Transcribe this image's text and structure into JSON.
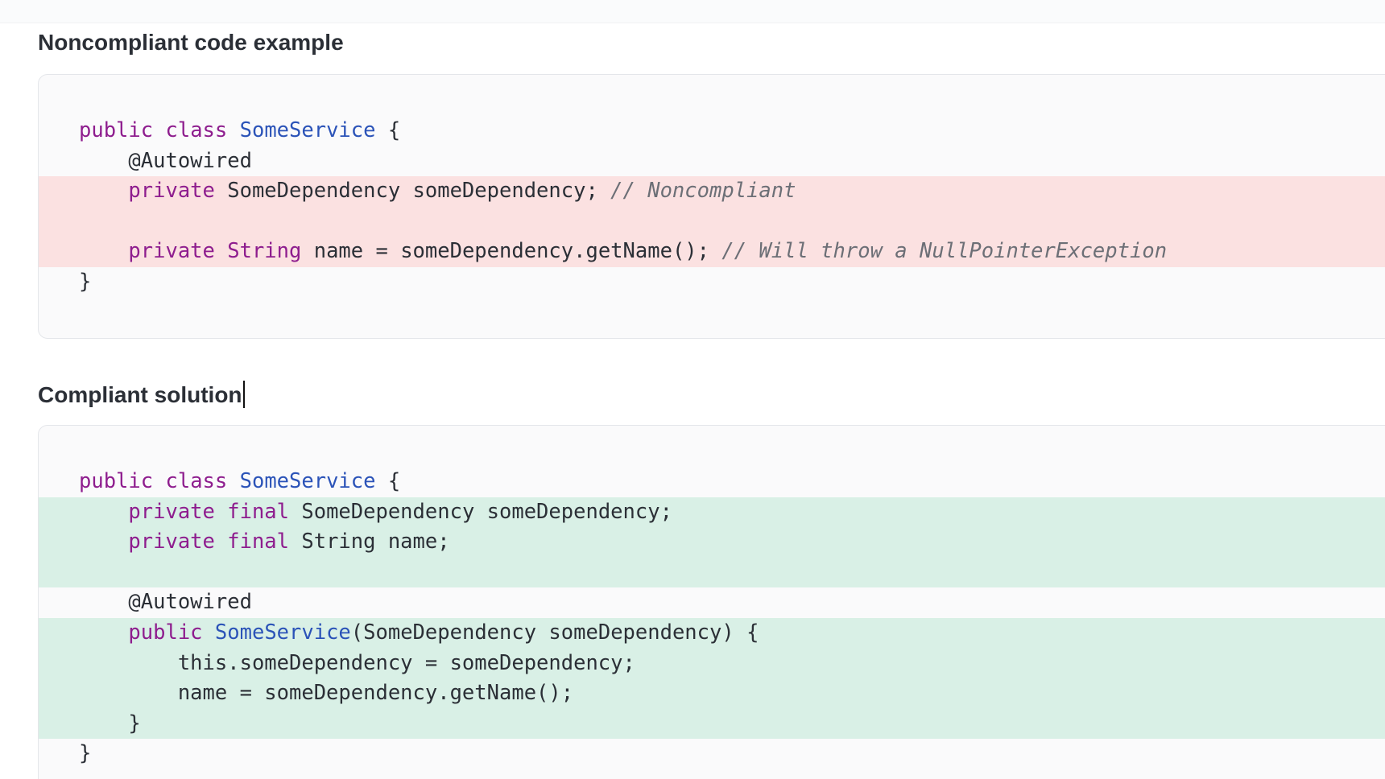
{
  "sections": {
    "noncompliant": {
      "title": "Noncompliant code example",
      "lines": [
        {
          "indent": "",
          "tokens": [
            {
              "t": "public",
              "c": "kw"
            },
            {
              "t": " "
            },
            {
              "t": "class",
              "c": "kw"
            },
            {
              "t": " "
            },
            {
              "t": "SomeService",
              "c": "ty"
            },
            {
              "t": " {"
            }
          ]
        },
        {
          "indent": "    ",
          "tokens": [
            {
              "t": "@Autowired"
            }
          ]
        },
        {
          "indent": "    ",
          "diff": "removed",
          "tokens": [
            {
              "t": "private",
              "c": "kw"
            },
            {
              "t": " SomeDependency someDependency; "
            },
            {
              "t": "// Noncompliant",
              "c": "cm"
            }
          ]
        },
        {
          "indent": "",
          "diff": "removed",
          "tokens": []
        },
        {
          "indent": "    ",
          "diff": "removed",
          "tokens": [
            {
              "t": "private",
              "c": "kw"
            },
            {
              "t": " "
            },
            {
              "t": "String",
              "c": "kw"
            },
            {
              "t": " name = someDependency.getName(); "
            },
            {
              "t": "// Will throw a NullPointerException",
              "c": "cm"
            }
          ]
        },
        {
          "indent": "",
          "tokens": [
            {
              "t": "}"
            }
          ]
        }
      ]
    },
    "compliant": {
      "title": "Compliant solution",
      "lines": [
        {
          "indent": "",
          "tokens": [
            {
              "t": "public",
              "c": "kw"
            },
            {
              "t": " "
            },
            {
              "t": "class",
              "c": "kw"
            },
            {
              "t": " "
            },
            {
              "t": "SomeService",
              "c": "ty"
            },
            {
              "t": " {"
            }
          ]
        },
        {
          "indent": "    ",
          "diff": "added",
          "tokens": [
            {
              "t": "private",
              "c": "kw"
            },
            {
              "t": " "
            },
            {
              "t": "final",
              "c": "kw"
            },
            {
              "t": " SomeDependency someDependency;"
            }
          ]
        },
        {
          "indent": "    ",
          "diff": "added",
          "tokens": [
            {
              "t": "private",
              "c": "kw"
            },
            {
              "t": " "
            },
            {
              "t": "final",
              "c": "kw"
            },
            {
              "t": " String name;"
            }
          ]
        },
        {
          "indent": "",
          "diff": "added",
          "tokens": []
        },
        {
          "indent": "    ",
          "tokens": [
            {
              "t": "@Autowired"
            }
          ]
        },
        {
          "indent": "    ",
          "diff": "added",
          "tokens": [
            {
              "t": "public",
              "c": "kw"
            },
            {
              "t": " "
            },
            {
              "t": "SomeService",
              "c": "ty"
            },
            {
              "t": "(SomeDependency someDependency) {"
            }
          ]
        },
        {
          "indent": "        ",
          "diff": "added",
          "tokens": [
            {
              "t": "this.someDependency = someDependency;"
            }
          ]
        },
        {
          "indent": "        ",
          "diff": "added",
          "tokens": [
            {
              "t": "name = someDependency.getName();"
            }
          ]
        },
        {
          "indent": "    ",
          "diff": "added",
          "tokens": [
            {
              "t": "}"
            }
          ]
        },
        {
          "indent": "",
          "tokens": [
            {
              "t": "}"
            }
          ]
        }
      ]
    }
  },
  "colors": {
    "keyword": "#8e1d8e",
    "type": "#2b53b8",
    "comment": "#6c6f76",
    "removed_bg": "#fbe1e1",
    "added_bg": "#d9f0e6",
    "block_bg": "#fafafb"
  }
}
